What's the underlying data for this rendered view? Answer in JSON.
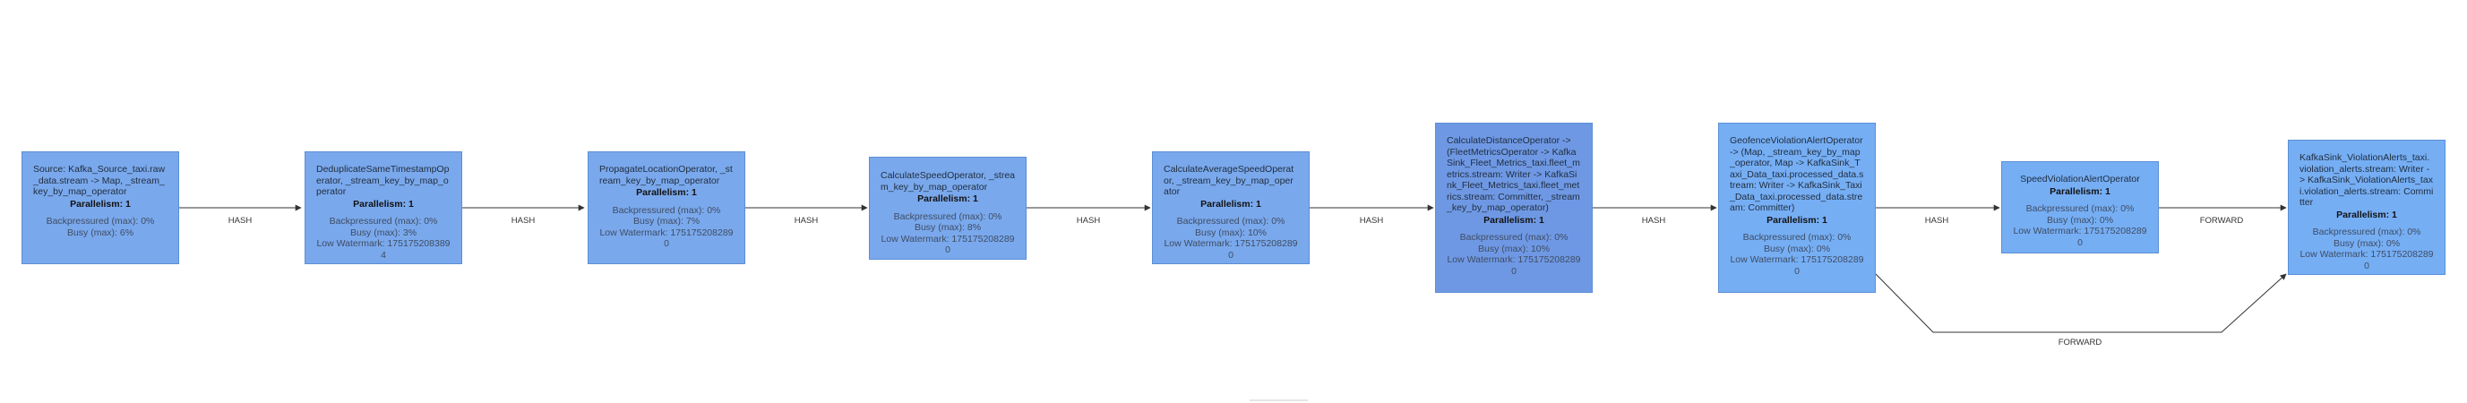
{
  "colors": {
    "node_fill": "#7aa8ec",
    "node_fill_alt": "#6f98e4",
    "node_fill_light": "#76aef4",
    "edge": "#333333"
  },
  "nodes": [
    {
      "name": "Source: Kafka_Source_taxi.raw_data.stream -> Map, _stream_key_by_map_operator",
      "parallelism": "Parallelism: 1",
      "backpressured": "Backpressured (max): 0%",
      "busy": "Busy (max): 6%",
      "watermark": ""
    },
    {
      "name": "DeduplicateSameTimestampOperator, _stream_key_by_map_operator",
      "parallelism": "Parallelism: 1",
      "backpressured": "Backpressured (max): 0%",
      "busy": "Busy (max): 3%",
      "watermark": "Low Watermark: 1751752083894"
    },
    {
      "name": "PropagateLocationOperator, _stream_key_by_map_operator",
      "parallelism": "Parallelism: 1",
      "backpressured": "Backpressured (max): 0%",
      "busy": "Busy (max): 7%",
      "watermark": "Low Watermark: 1751752082890"
    },
    {
      "name": "CalculateSpeedOperator, _stream_key_by_map_operator",
      "parallelism": "Parallelism: 1",
      "backpressured": "Backpressured (max): 0%",
      "busy": "Busy (max): 8%",
      "watermark": "Low Watermark: 1751752082890"
    },
    {
      "name": "CalculateAverageSpeedOperator, _stream_key_by_map_operator",
      "parallelism": "Parallelism: 1",
      "backpressured": "Backpressured (max): 0%",
      "busy": "Busy (max): 10%",
      "watermark": "Low Watermark: 1751752082890"
    },
    {
      "name": "CalculateDistanceOperator -> (FleetMetricsOperator -> KafkaSink_Fleet_Metrics_taxi.fleet_metrics.stream: Writer -> KafkaSink_Fleet_Metrics_taxi.fleet_metrics.stream: Committer, _stream_key_by_map_operator)",
      "parallelism": "Parallelism: 1",
      "backpressured": "Backpressured (max): 0%",
      "busy": "Busy (max): 10%",
      "watermark": "Low Watermark: 1751752082890"
    },
    {
      "name": "GeofenceViolationAlertOperator -> (Map, _stream_key_by_map_operator, Map -> KafkaSink_Taxi_Data_taxi.processed_data.stream: Writer -> KafkaSink_Taxi_Data_taxi.processed_data.stream: Committer)",
      "parallelism": "Parallelism: 1",
      "backpressured": "Backpressured (max): 0%",
      "busy": "Busy (max): 0%",
      "watermark": "Low Watermark: 1751752082890"
    },
    {
      "name": "SpeedViolationAlertOperator",
      "parallelism": "Parallelism: 1",
      "backpressured": "Backpressured (max): 0%",
      "busy": "Busy (max): 0%",
      "watermark": "Low Watermark: 1751752082890"
    },
    {
      "name": "KafkaSink_ViolationAlerts_taxi.violation_alerts.stream: Writer -> KafkaSink_ViolationAlerts_taxi.violation_alerts.stream: Committer",
      "parallelism": "Parallelism: 1",
      "backpressured": "Backpressured (max): 0%",
      "busy": "Busy (max): 0%",
      "watermark": "Low Watermark: 1751752082890"
    }
  ],
  "edges": [
    {
      "label": "HASH"
    },
    {
      "label": "HASH"
    },
    {
      "label": "HASH"
    },
    {
      "label": "HASH"
    },
    {
      "label": "HASH"
    },
    {
      "label": "HASH"
    },
    {
      "label": "HASH"
    },
    {
      "label": "FORWARD"
    },
    {
      "label": "FORWARD"
    }
  ]
}
